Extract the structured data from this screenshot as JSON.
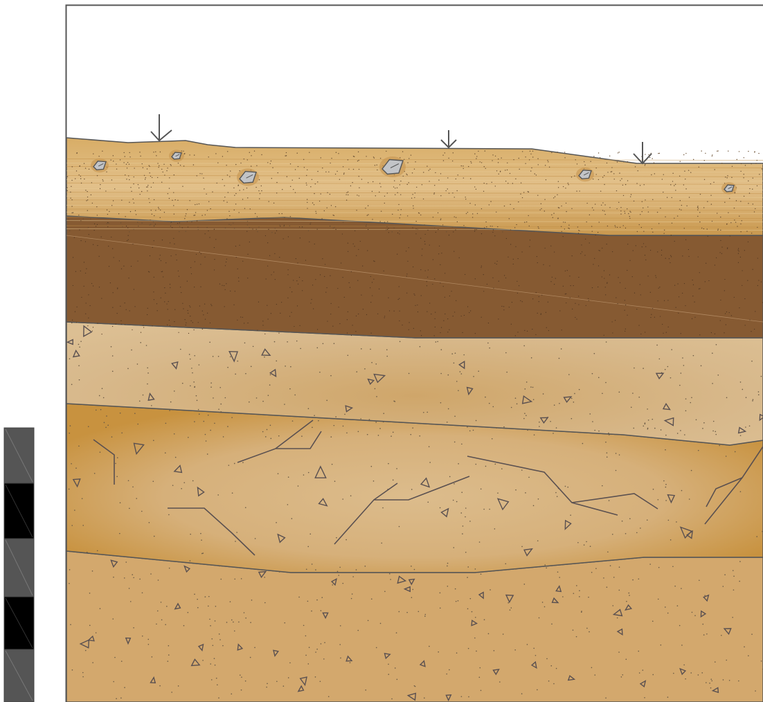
{
  "diagram": {
    "type": "stratigraphic-section",
    "colors": {
      "sky": "#ffffff",
      "outline": "#555555",
      "topsoil": "#c99a52",
      "topsoil_light": "#e0bd84",
      "dark_layer": "#865a32",
      "light_layer": "#d9b98a",
      "mid_layer": "#d5b07a",
      "lens_edge": "#c48e3c",
      "bottom_layer": "#d2a76c",
      "pebble": "#bdbfc2",
      "scale_dark": "#555555",
      "scale_black": "#000000"
    },
    "layers": [
      {
        "name": "topsoil",
        "pattern": "stippled-laminated"
      },
      {
        "name": "dark-silt",
        "pattern": "stippled"
      },
      {
        "name": "light-gravelly-layer",
        "pattern": "angular-clasts"
      },
      {
        "name": "lens-layer",
        "pattern": "angular-clasts-with-cracks"
      },
      {
        "name": "basal-layer",
        "pattern": "angular-clasts"
      }
    ],
    "markers": [
      {
        "name": "arrow-marker-1",
        "icon": "down-arrow-icon"
      },
      {
        "name": "arrow-marker-2",
        "icon": "down-arrow-icon"
      },
      {
        "name": "arrow-marker-3",
        "icon": "down-arrow-icon"
      }
    ],
    "scale_bar": {
      "segments": [
        "dark",
        "black",
        "dark",
        "black",
        "dark"
      ]
    }
  }
}
